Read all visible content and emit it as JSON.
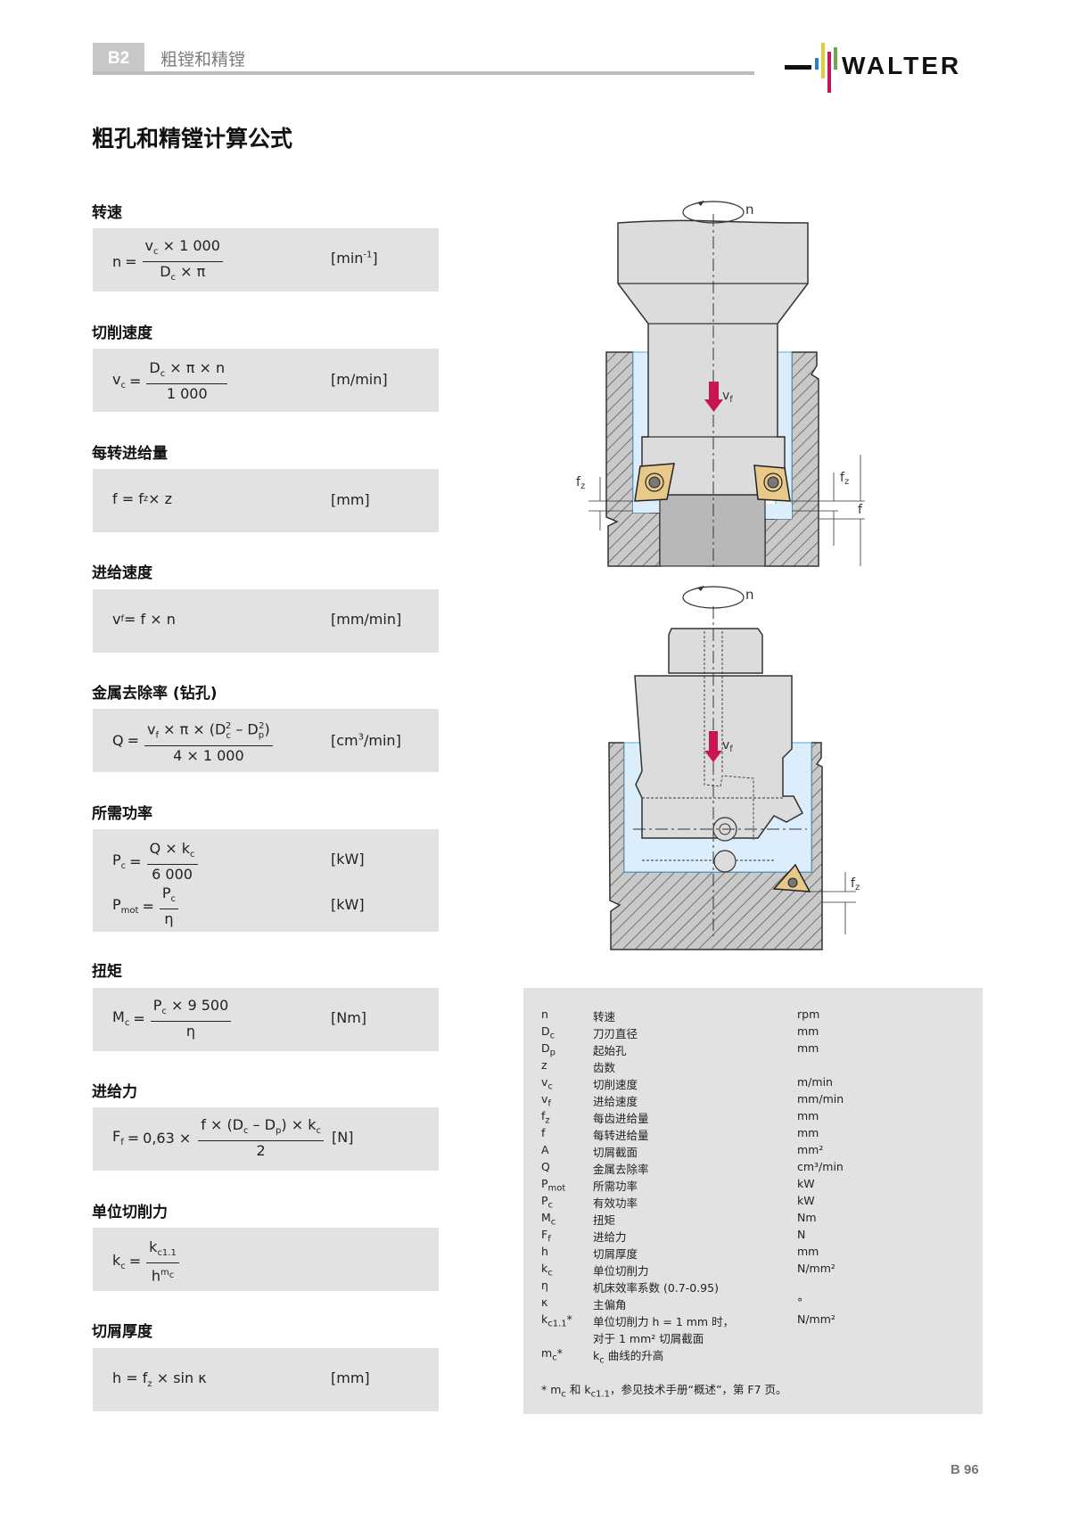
{
  "header": {
    "chapter_code": "B2",
    "chapter_title": "粗镗和精镗",
    "brand": "WALTER",
    "brand_colors": {
      "bar_black": "#111111",
      "bar_blue": "#2a7fc1",
      "bar_yellow": "#e6c93a",
      "bar_magenta": "#c2185b",
      "bar_green": "#6aa84f"
    }
  },
  "page_title": "粗孔和精镗计算公式",
  "formulas": [
    {
      "label": "转速",
      "lhs": "n",
      "num": "v_c × 1 000",
      "den": "D_c × π",
      "unit_pre": "[min",
      "unit_sup": "-1",
      "unit_post": "]"
    },
    {
      "label": "切削速度",
      "lhs": "v_c",
      "num": "D_c × π × n",
      "den": "1 000",
      "unit": "[m/min]"
    },
    {
      "label": "每转进给量",
      "expr_a": "f = f",
      "expr_sub": "z",
      "expr_b": " × z",
      "unit": "[mm]"
    },
    {
      "label": "进给速度",
      "expr_a": "v",
      "expr_sub": "f",
      "expr_b": " = f × n",
      "unit": "[mm/min]"
    },
    {
      "label": "金属去除率 (钻孔)",
      "lhs": "Q",
      "num": "v_f × π × (D_c² – D_p²)",
      "den": "4 × 1 000",
      "unit_pre": "[cm",
      "unit_sup": "3",
      "unit_post": "/min]"
    },
    {
      "label": "所需功率",
      "lhs1": "P_c",
      "num1": "Q × k_c",
      "den1": "6 000",
      "unit1": "[kW]",
      "lhs2": "P_mot",
      "num2": "P_c",
      "den2": "η",
      "unit2": "[kW]"
    },
    {
      "label": "扭矩",
      "lhs": "M_c",
      "num": "P_c × 9 500",
      "den": "η",
      "unit": "[Nm]"
    },
    {
      "label": "进给力",
      "lhs": "F_f",
      "coef": "0,63 ×",
      "num": "f × (D_c – D_p) × k_c",
      "den": "2",
      "unit": "[N]"
    },
    {
      "label": "单位切削力",
      "lhs": "k_c",
      "num": "k_c1.1",
      "den": "h^m_c",
      "unit": ""
    },
    {
      "label": "切屑厚度",
      "expr": "h = f_z × sin κ",
      "unit": "[mm]"
    }
  ],
  "diagrams": {
    "top": {
      "rotation_label": "n",
      "feed_label": "v_f",
      "dim_labels": [
        "f_z",
        "f_z",
        "f"
      ],
      "colors": {
        "steel": "#dcdcdc",
        "workpiece": "#b8b8b8",
        "clearance": "#dceefb",
        "insert": "#e9c98a",
        "arrow": "#c8174e"
      }
    },
    "bottom": {
      "rotation_label": "n",
      "feed_label": "v_f",
      "dim_labels": [
        "f_z"
      ]
    }
  },
  "legend": {
    "rows": [
      {
        "sym": "n",
        "desc": "转速",
        "unit": "rpm"
      },
      {
        "sym": "D_c",
        "desc": "刀刃直径",
        "unit": "mm"
      },
      {
        "sym": "D_p",
        "desc": "起始孔",
        "unit": "mm"
      },
      {
        "sym": "z",
        "desc": "齿数",
        "unit": ""
      },
      {
        "sym": "v_c",
        "desc": "切削速度",
        "unit": "m/min"
      },
      {
        "sym": "v_f",
        "desc": "进给速度",
        "unit": "mm/min"
      },
      {
        "sym": "f_z",
        "desc": "每齿进给量",
        "unit": "mm"
      },
      {
        "sym": "f",
        "desc": "每转进给量",
        "unit": "mm"
      },
      {
        "sym": "A",
        "desc": "切屑截面",
        "unit": "mm²"
      },
      {
        "sym": "Q",
        "desc": "金属去除率",
        "unit": "cm³/min"
      },
      {
        "sym": "P_mot",
        "desc": "所需功率",
        "unit": "kW"
      },
      {
        "sym": "P_c",
        "desc": "有效功率",
        "unit": "kW"
      },
      {
        "sym": "M_c",
        "desc": "扭矩",
        "unit": "Nm"
      },
      {
        "sym": "F_f",
        "desc": "进给力",
        "unit": "N"
      },
      {
        "sym": "h",
        "desc": "切屑厚度",
        "unit": "mm"
      },
      {
        "sym": "k_c",
        "desc": "单位切削力",
        "unit": "N/mm²"
      },
      {
        "sym": "η",
        "desc": "机床效率系数 (0.7-0.95)",
        "unit": ""
      },
      {
        "sym": "κ",
        "desc": "主偏角",
        "unit": "°"
      },
      {
        "sym": "k_c1.1*",
        "desc": "单位切削力 h = 1 mm 时，",
        "unit": "N/mm²"
      },
      {
        "sym": "",
        "desc": "对于 1 mm² 切屑截面",
        "unit": ""
      },
      {
        "sym": "m_c*",
        "desc": "k_c 曲线的升高",
        "unit": ""
      }
    ],
    "footnote": "* m_c 和 k_c1.1，参见技术手册“概述”，第 F7 页。"
  },
  "page_number": "B 96"
}
